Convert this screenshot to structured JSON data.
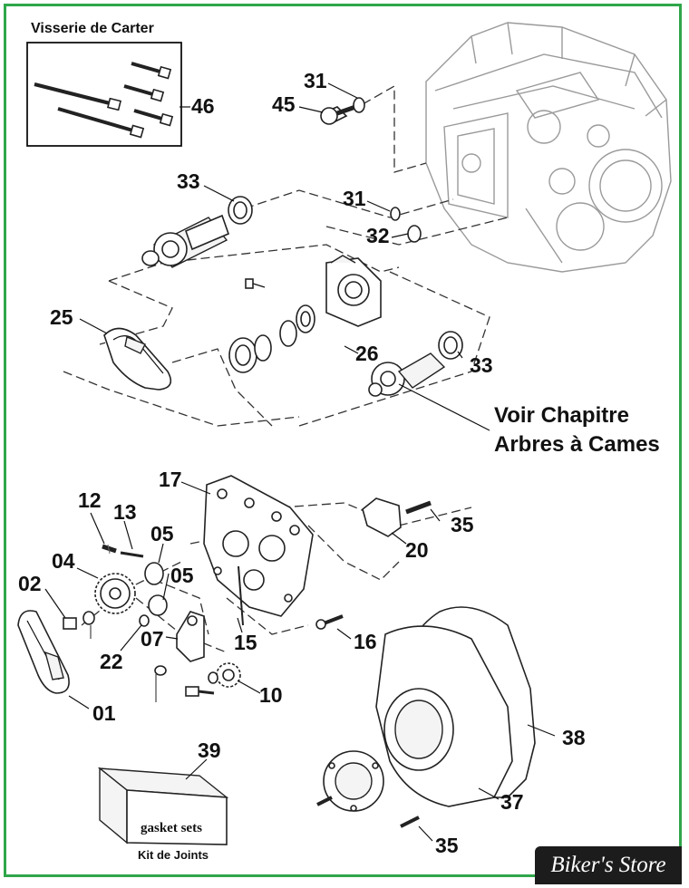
{
  "kit_box": {
    "title": "Visserie de Carter",
    "callout": "46"
  },
  "callouts": {
    "c31_top": "31",
    "c45": "45",
    "c33_top": "33",
    "c31_mid": "31",
    "c32": "32",
    "c25": "25",
    "c26": "26",
    "c33_right": "33",
    "c17": "17",
    "c12": "12",
    "c13": "13",
    "c05_a": "05",
    "c05_b": "05",
    "c04": "04",
    "c02": "02",
    "c07": "07",
    "c22": "22",
    "c15": "15",
    "c16": "16",
    "c20": "20",
    "c35_top": "35",
    "c10": "10",
    "c01": "01",
    "c39": "39",
    "c38": "38",
    "c37": "37",
    "c35_bottom": "35"
  },
  "note": {
    "line1": "Voir Chapitre",
    "line2": "Arbres à Cames"
  },
  "gasket": {
    "box_label": "gasket sets",
    "caption": "Kit de Joints"
  },
  "watermark": "Biker's Store",
  "colors": {
    "frame": "#2fa64a",
    "watermark_bg": "#1c1c1c"
  }
}
